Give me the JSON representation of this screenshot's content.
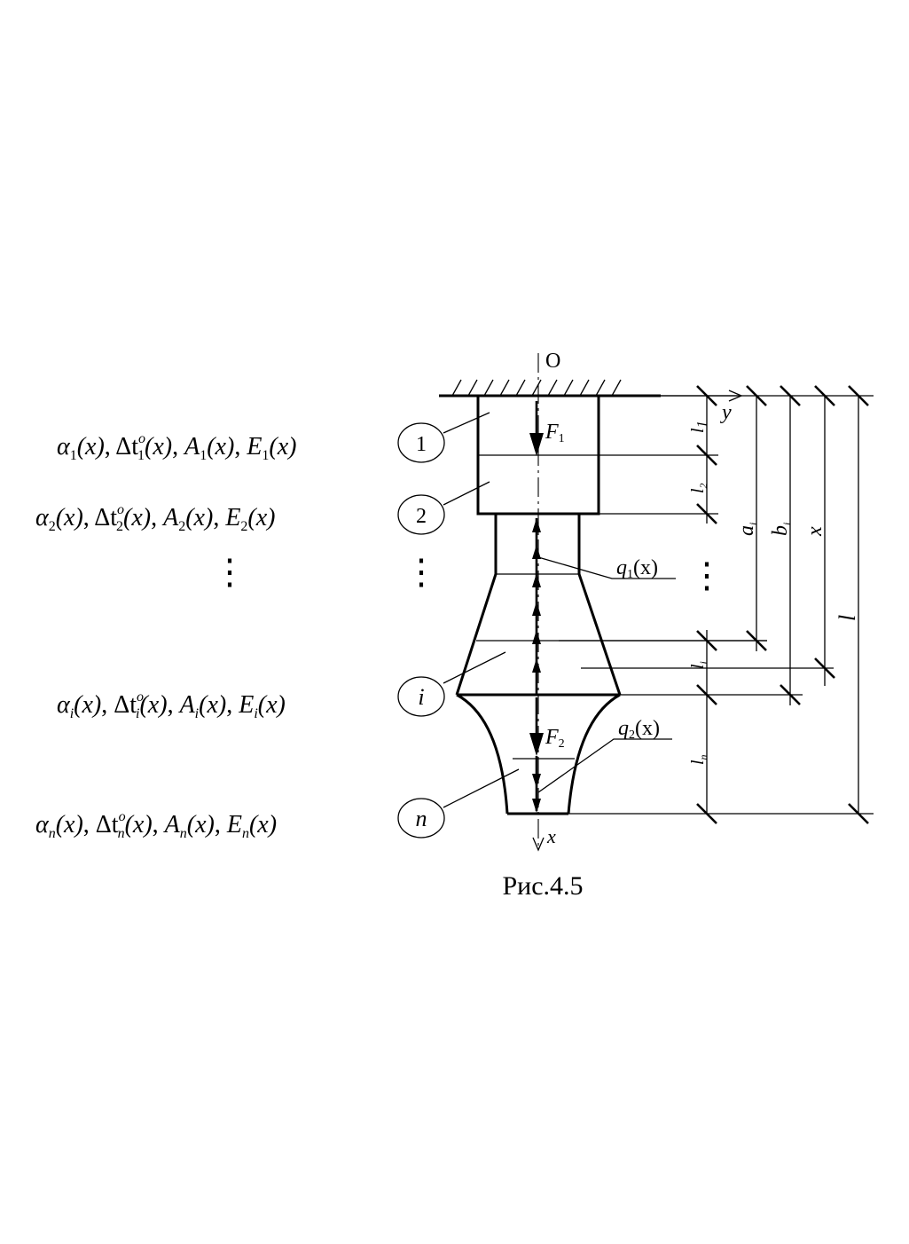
{
  "origin_label": "O",
  "axis_x_label": "x",
  "axis_y_label": "y",
  "caption": "Рис.4.5",
  "forces": {
    "f1": "F",
    "f1_sub": "1",
    "f2": "F",
    "f2_sub": "2"
  },
  "loads": {
    "q1": "q",
    "q1_sub": "1",
    "q1_arg": "(x)",
    "q2": "q",
    "q2_sub": "2",
    "q2_arg": "(x)"
  },
  "dims": {
    "l1": "l",
    "l1_sub": "1",
    "l2": "l",
    "l2_sub": "2",
    "li": "l",
    "li_sub": "i",
    "ln": "l",
    "ln_sub": "n",
    "a": "a",
    "a_sub": "i",
    "b": "b",
    "b_sub": "i",
    "x": "x",
    "l": "l"
  },
  "sections": [
    {
      "marker": "1",
      "alpha": "α",
      "delta": "Δt",
      "deg": "o",
      "area": "A",
      "modulus": "E",
      "idx": "1",
      "arg": "(x)"
    },
    {
      "marker": "2",
      "alpha": "α",
      "delta": "Δt",
      "deg": "o",
      "area": "A",
      "modulus": "E",
      "idx": "2",
      "arg": "(x)"
    },
    {
      "marker": "i",
      "alpha": "α",
      "delta": "Δt",
      "deg": "o",
      "area": "A",
      "modulus": "E",
      "idx": "i",
      "arg": "(x)"
    },
    {
      "marker": "n",
      "alpha": "α",
      "delta": "Δt",
      "deg": "o",
      "area": "A",
      "modulus": "E",
      "idx": "n",
      "arg": "(x)"
    }
  ],
  "ellipsis": "⋮"
}
